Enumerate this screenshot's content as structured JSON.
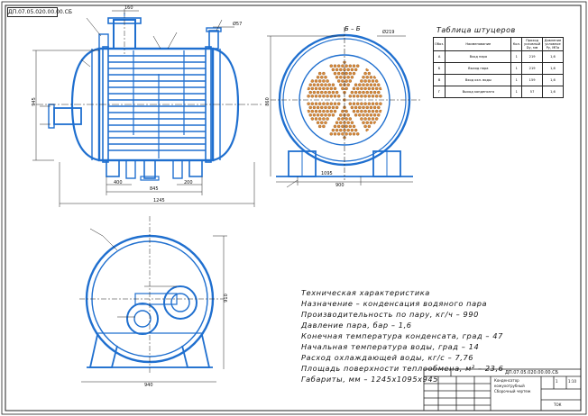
{
  "drawing_number_tag": "ДП.07.05.020.00.00.СБ",
  "table_title": "Таблица штуцеров",
  "section_label": "Б – Б",
  "nozzle_table": {
    "headers": [
      "Обоз.",
      "Наименование",
      "Кол.",
      "Проход условный Dу, мм",
      "Давление условное Pу, МПа"
    ],
    "rows": [
      [
        "А",
        "Вход пара",
        "1",
        "219",
        "1,6"
      ],
      [
        "Б",
        "Выход пара",
        "1",
        "219",
        "1,6"
      ],
      [
        "В",
        "Вход охл. воды",
        "1",
        "159",
        "1,6"
      ],
      [
        "Г",
        "Выход конденсата",
        "1",
        "57",
        "1,6"
      ]
    ]
  },
  "tech_spec": {
    "title": "Техническая характеристика",
    "lines": [
      "Назначение – конденсация водяного пара",
      "Производительность по пару, кг/ч – 990",
      "Давление пара, бар – 1,6",
      "Конечная температура конденсата, град – 47",
      "Начальная температура воды, град – 14",
      "Расход охлаждающей воды, кг/с – 7,76",
      "Площадь поверхности теплообмена, м² – 23,6",
      "Габариты, мм – 1245х1095х945"
    ]
  },
  "dimensions": {
    "top_width": "1245",
    "shell_length": "845",
    "support_span": "400",
    "nozzle_offset": "200",
    "inlet_gap": "160",
    "height_left": "945",
    "side_width": "1095",
    "side_height": "860",
    "side_base": "900",
    "bottom_width": "940",
    "bottom_height": "910",
    "flange": "Ø219",
    "flange2": "Ø57"
  },
  "title_block": {
    "code": "ДП.07.05.020.00.00.СБ",
    "name_line1": "Конденсатор",
    "name_line2": "кожухотрубный",
    "name_line3": "Сборочный чертеж",
    "scale": "1:10",
    "sheet": "1",
    "org": "ТОК"
  },
  "colors": {
    "outline": "#1f6fcf",
    "ink": "#222222",
    "tubes": "#d98a3a"
  }
}
